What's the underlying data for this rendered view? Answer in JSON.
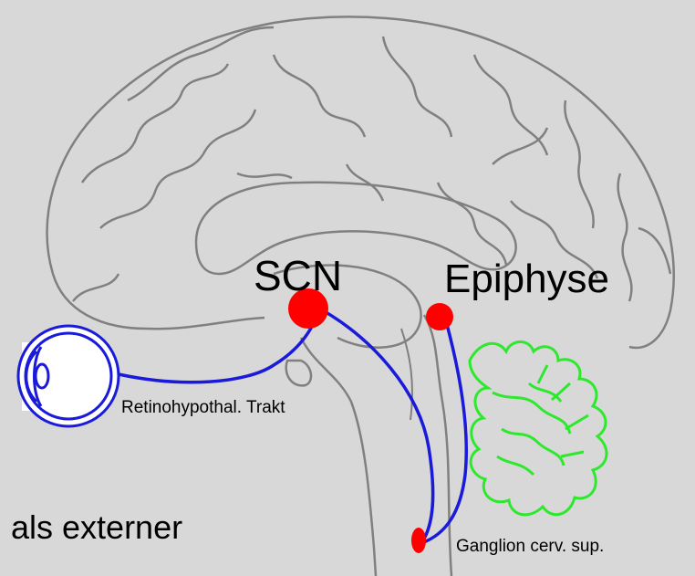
{
  "labels": {
    "scn": "SCN",
    "epiphyse": "Epiphyse",
    "retino_tract": "Retinohypothal. Trakt",
    "ganglion": "Ganglion cerv. sup.",
    "partial_text": "als externer"
  },
  "colors": {
    "background": "#d8d8d8",
    "brain_outline": "#808080",
    "nucleus": "#ff0000",
    "pathway": "#1a1adb",
    "cerebellum": "#2ee82e",
    "eye": "#1a1adb"
  }
}
